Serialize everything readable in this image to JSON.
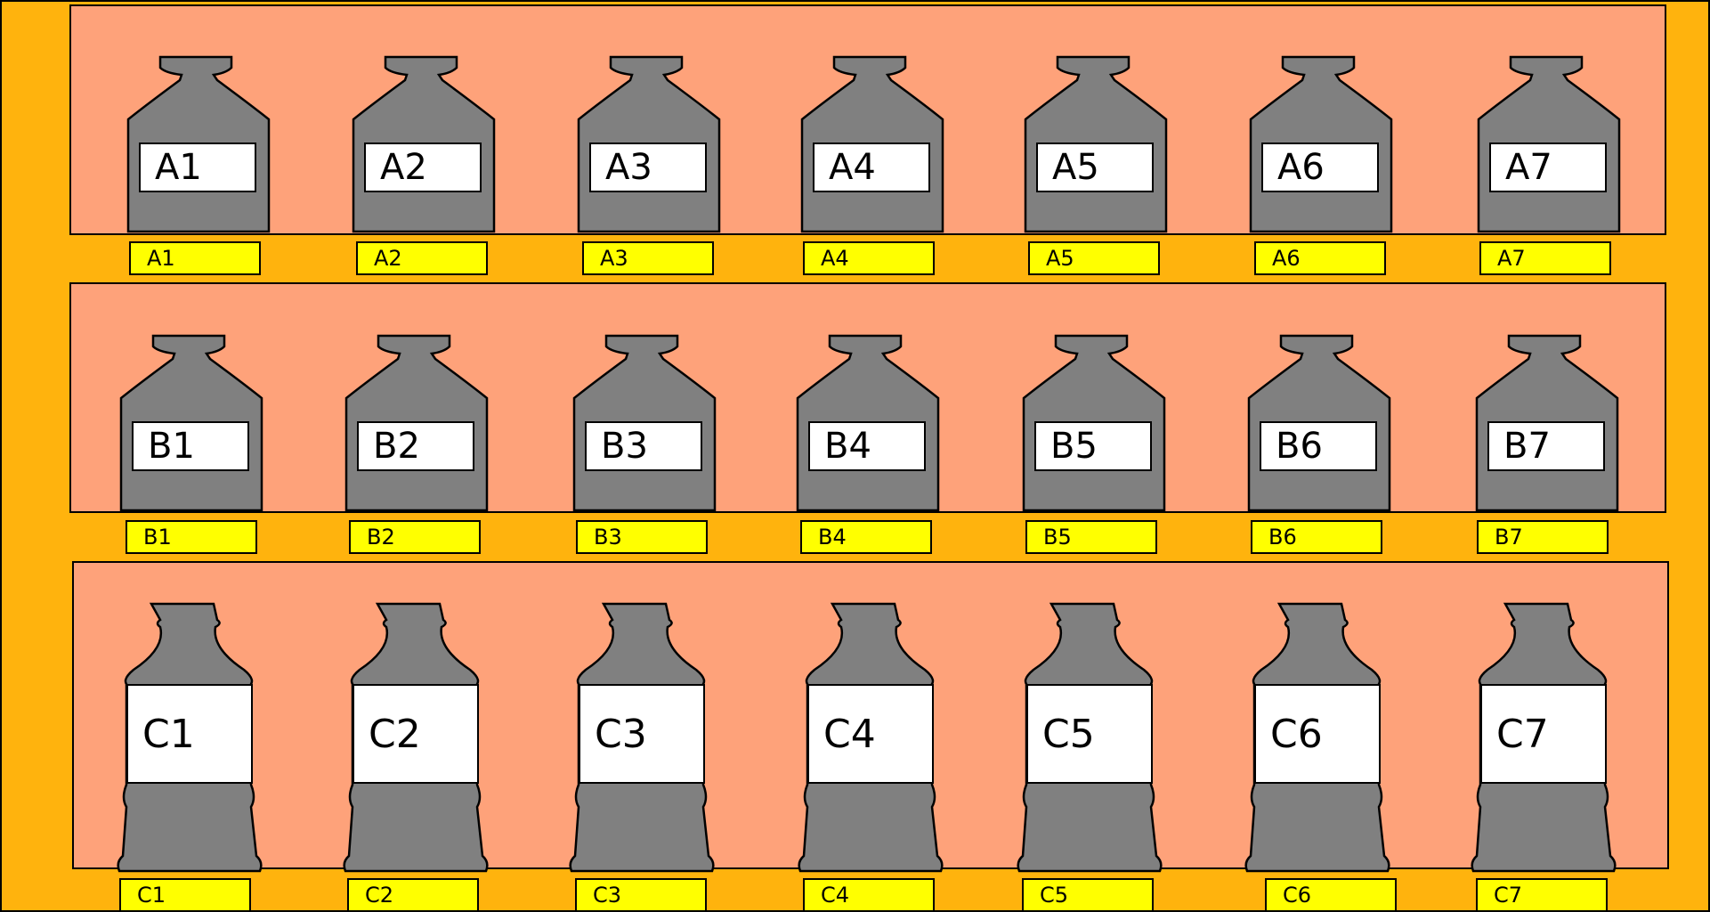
{
  "colors": {
    "background": "#ffb30d",
    "shelf": "#fea27a",
    "bottle": "#808080",
    "label": "#ffffff",
    "tag": "#ffff00"
  },
  "shelves": [
    {
      "row": "A",
      "bottle_style": "squat-flask",
      "items": [
        {
          "bottle_label": "A1",
          "tag": "A1"
        },
        {
          "bottle_label": "A2",
          "tag": "A2"
        },
        {
          "bottle_label": "A3",
          "tag": "A3"
        },
        {
          "bottle_label": "A4",
          "tag": "A4"
        },
        {
          "bottle_label": "A5",
          "tag": "A5"
        },
        {
          "bottle_label": "A6",
          "tag": "A6"
        },
        {
          "bottle_label": "A7",
          "tag": "A7"
        }
      ]
    },
    {
      "row": "B",
      "bottle_style": "squat-flask",
      "items": [
        {
          "bottle_label": "B1",
          "tag": "B1"
        },
        {
          "bottle_label": "B2",
          "tag": "B2"
        },
        {
          "bottle_label": "B3",
          "tag": "B3"
        },
        {
          "bottle_label": "B4",
          "tag": "B4"
        },
        {
          "bottle_label": "B5",
          "tag": "B5"
        },
        {
          "bottle_label": "B6",
          "tag": "B6"
        },
        {
          "bottle_label": "B7",
          "tag": "B7"
        }
      ]
    },
    {
      "row": "C",
      "bottle_style": "tall-bottle",
      "items": [
        {
          "bottle_label": "C1",
          "tag": "C1"
        },
        {
          "bottle_label": "C2",
          "tag": "C2"
        },
        {
          "bottle_label": "C3",
          "tag": "C3"
        },
        {
          "bottle_label": "C4",
          "tag": "C4"
        },
        {
          "bottle_label": "C5",
          "tag": "C5"
        },
        {
          "bottle_label": "C6",
          "tag": "C6"
        },
        {
          "bottle_label": "C7",
          "tag": "C7"
        }
      ]
    }
  ]
}
